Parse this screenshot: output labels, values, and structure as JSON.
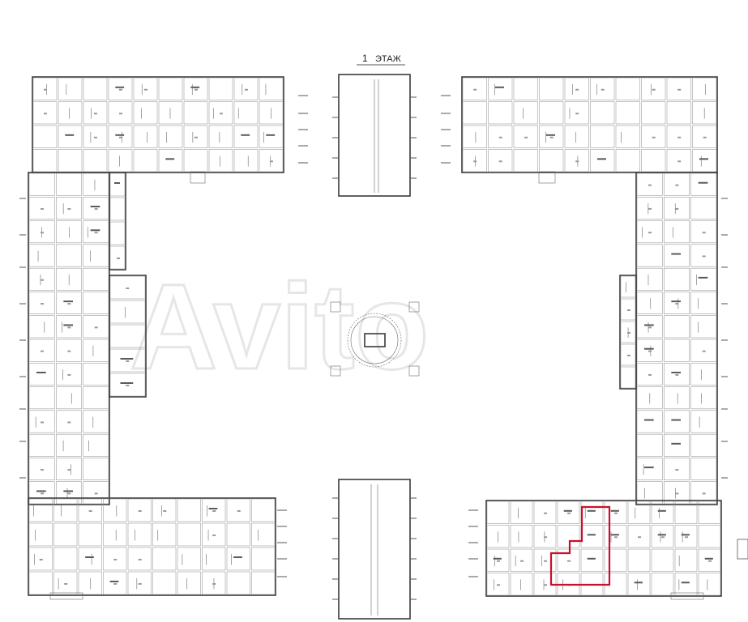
{
  "plan": {
    "floor_number": "1",
    "floor_label": "ЭТАЖ",
    "watermark": "Avito",
    "highlight_color": "#c8102e",
    "line_color": "#3a3a3a"
  }
}
